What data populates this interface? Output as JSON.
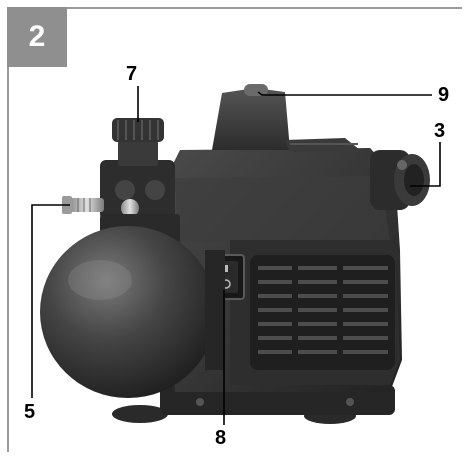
{
  "figure": {
    "number": "2",
    "callouts": {
      "c7": "7",
      "c9": "9",
      "c3": "3",
      "c5": "5",
      "c8": "8"
    }
  },
  "colors": {
    "badge": "#8f8f8f",
    "frame": "#9a9a9a",
    "body_dark": "#2b2b2b",
    "body_mid": "#3c3c3c",
    "tank_highlight": "#6a6a6a"
  }
}
